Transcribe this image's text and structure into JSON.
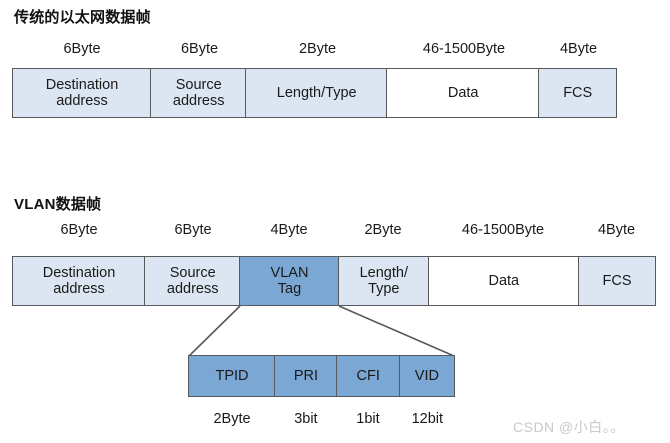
{
  "diagram": {
    "sections": [
      {
        "id": "classic",
        "title": "传统的以太网数据帧",
        "size_labels": [
          "6Byte",
          "6Byte",
          "2Byte",
          "46-1500Byte",
          "4Byte"
        ],
        "fields": [
          {
            "name": "destination-address",
            "lines": [
              "Destination",
              "address"
            ],
            "fill": "light"
          },
          {
            "name": "source-address",
            "lines": [
              "Source",
              "address"
            ],
            "fill": "light"
          },
          {
            "name": "length-type",
            "lines": [
              "Length/Type"
            ],
            "fill": "light"
          },
          {
            "name": "data",
            "lines": [
              "Data"
            ],
            "fill": "white"
          },
          {
            "name": "fcs",
            "lines": [
              "FCS"
            ],
            "fill": "light"
          }
        ]
      },
      {
        "id": "vlan",
        "title": "VLAN数据帧",
        "size_labels": [
          "6Byte",
          "6Byte",
          "4Byte",
          "2Byte",
          "46-1500Byte",
          "4Byte"
        ],
        "fields": [
          {
            "name": "destination-address",
            "lines": [
              "Destination",
              "address"
            ],
            "fill": "light"
          },
          {
            "name": "source-address",
            "lines": [
              "Source",
              "address"
            ],
            "fill": "light"
          },
          {
            "name": "vlan-tag",
            "lines": [
              "VLAN",
              "Tag"
            ],
            "fill": "tag"
          },
          {
            "name": "length-type",
            "lines": [
              "Length/",
              "Type"
            ],
            "fill": "light"
          },
          {
            "name": "data",
            "lines": [
              "Data"
            ],
            "fill": "white"
          },
          {
            "name": "fcs",
            "lines": [
              "FCS"
            ],
            "fill": "light"
          }
        ]
      }
    ],
    "vlan_tag_detail": {
      "fields": [
        {
          "name": "tpid",
          "lines": [
            "TPID"
          ],
          "fill": "mid"
        },
        {
          "name": "pri",
          "lines": [
            "PRI"
          ],
          "fill": "mid"
        },
        {
          "name": "cfi",
          "lines": [
            "CFI"
          ],
          "fill": "mid"
        },
        {
          "name": "vid",
          "lines": [
            "VID"
          ],
          "fill": "mid"
        }
      ],
      "size_labels": [
        "2Byte",
        "3bit",
        "1bit",
        "12bit"
      ]
    },
    "watermark": "CSDN @小白。。",
    "colors": {
      "fill_light": "#DCE6F2",
      "fill_mid": "#7BA7D4",
      "border": "#58595B",
      "text": "#1A1A1A",
      "watermark": "#C9C9C9"
    }
  }
}
